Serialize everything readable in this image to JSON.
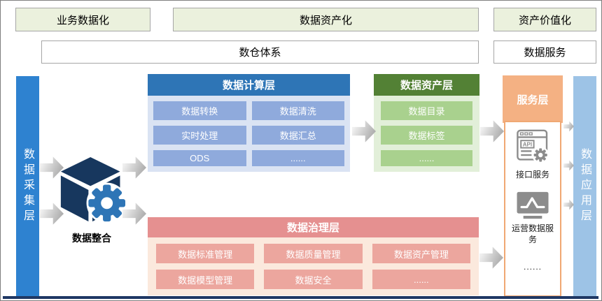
{
  "top_banners": [
    {
      "label": "业务数据化"
    },
    {
      "label": "数据资产化"
    },
    {
      "label": "资产价值化"
    }
  ],
  "second_row": [
    {
      "label": "数仓体系"
    },
    {
      "label": "数据服务"
    }
  ],
  "left_bar": {
    "label": "数据采集层"
  },
  "right_bar": {
    "label": "数据应用层"
  },
  "integration": {
    "label": "数据整合",
    "icon": "cube-gear-icon"
  },
  "compute_layer": {
    "title": "数据计算层",
    "items": [
      "数据转换",
      "数据清洗",
      "实时处理",
      "数据汇总",
      "ODS",
      "......"
    ]
  },
  "asset_layer": {
    "title": "数据资产层",
    "items": [
      "数据目录",
      "数据标签",
      "......"
    ]
  },
  "governance_layer": {
    "title": "数据治理层",
    "items": [
      "数据标准管理",
      "数据质量管理",
      "数据资产管理",
      "数据模型管理",
      "数据安全",
      "......"
    ]
  },
  "service_layer": {
    "title": "服务层",
    "items": [
      {
        "icon": "api-interface-icon",
        "label": "接口服务"
      },
      {
        "icon": "operations-chart-icon",
        "label": "运营数据服务"
      },
      {
        "icon": "",
        "label": "......"
      }
    ]
  },
  "colors": {
    "banner_bg": "#ebf1dd",
    "compute_header": "#2e75b6",
    "compute_body": "#dae3f3",
    "compute_item": "#8faadc",
    "asset_header": "#538135",
    "asset_body": "#e2efd9",
    "asset_item": "#a9d18e",
    "governance_header": "#e59090",
    "governance_body": "#fbe9dd",
    "governance_item": "#eca69e",
    "service_header": "#f4b183",
    "left_bar": "#2e82d0",
    "right_bar": "#9dc3e6",
    "cube": "#17375e",
    "gear": "#2e75b6",
    "bottom_rule": "#1f3864"
  }
}
